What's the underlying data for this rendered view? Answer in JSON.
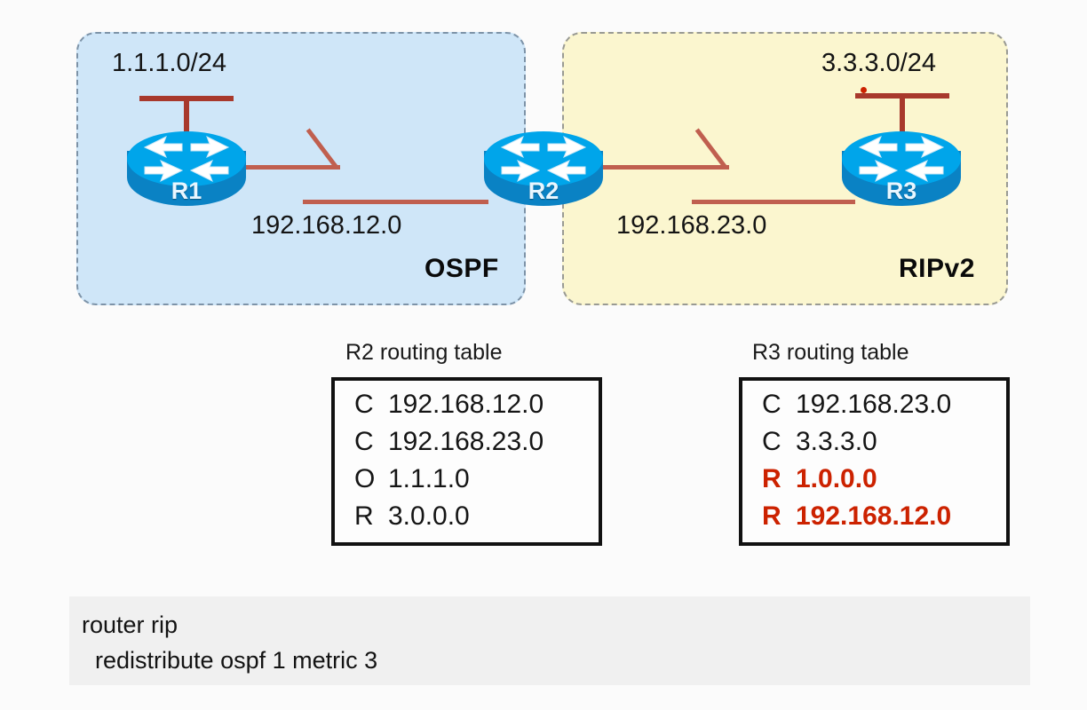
{
  "zones": [
    {
      "id": "ospf",
      "label": "OSPF"
    },
    {
      "id": "rip",
      "label": "RIPv2"
    }
  ],
  "networks": {
    "r1_lan": "1.1.1.0/24",
    "r3_lan": "3.3.3.0/24",
    "link_r1_r2": "192.168.12.0",
    "link_r2_r3": "192.168.23.0"
  },
  "routers": [
    {
      "id": "r1",
      "name": "R1"
    },
    {
      "id": "r2",
      "name": "R2"
    },
    {
      "id": "r3",
      "name": "R3"
    }
  ],
  "routing_tables": [
    {
      "id": "r2",
      "title": "R2 routing table",
      "rows": [
        {
          "code": "C",
          "network": "192.168.12.0",
          "highlight": false
        },
        {
          "code": "C",
          "network": "192.168.23.0",
          "highlight": false
        },
        {
          "code": "O",
          "network": "1.1.1.0",
          "highlight": false
        },
        {
          "code": "R",
          "network": "3.0.0.0",
          "highlight": false
        }
      ]
    },
    {
      "id": "r3",
      "title": "R3 routing table",
      "rows": [
        {
          "code": "C",
          "network": "192.168.23.0",
          "highlight": false
        },
        {
          "code": "C",
          "network": "3.3.3.0",
          "highlight": false
        },
        {
          "code": "R",
          "network": "1.0.0.0",
          "highlight": true
        },
        {
          "code": "R",
          "network": "192.168.12.0",
          "highlight": true
        }
      ]
    }
  ],
  "config": {
    "lines": [
      "router rip",
      "  redistribute ospf 1 metric 3"
    ]
  },
  "colors": {
    "ospf_zone_fill": "#cfe6f8",
    "rip_zone_fill": "#fbf6cf",
    "link_red": "#c05f4f",
    "lan_red": "#a8392c",
    "highlight_red": "#cc2200",
    "router_top": "#00a5ea",
    "router_body": "#0a82c4",
    "config_bg": "#f0f0f0",
    "page_bg": "#fbfbfb"
  }
}
